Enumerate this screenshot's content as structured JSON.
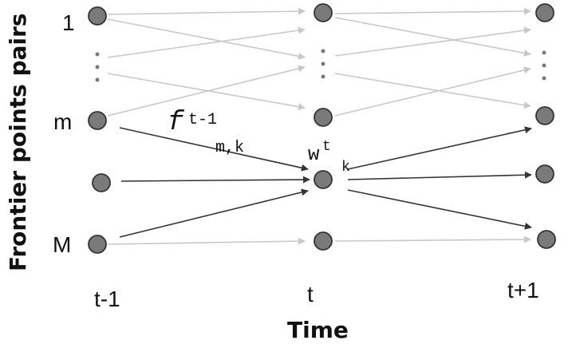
{
  "axis": {
    "y_label": "Frontier points pairs",
    "x_label": "Time"
  },
  "columns": [
    "t-1",
    "t",
    "t+1"
  ],
  "row_labels": [
    "1",
    "m",
    "M"
  ],
  "annotations": {
    "flow_base": "f",
    "flow_sup": "t-1",
    "flow_sub": "m,k",
    "weight_base": "w",
    "weight_sup": "t",
    "weight_sub": "k"
  },
  "colors": {
    "node_fill": "#7a7a7a",
    "node_stroke": "#333333",
    "edge_dark": "#333333",
    "edge_light": "#c8c8c8"
  }
}
